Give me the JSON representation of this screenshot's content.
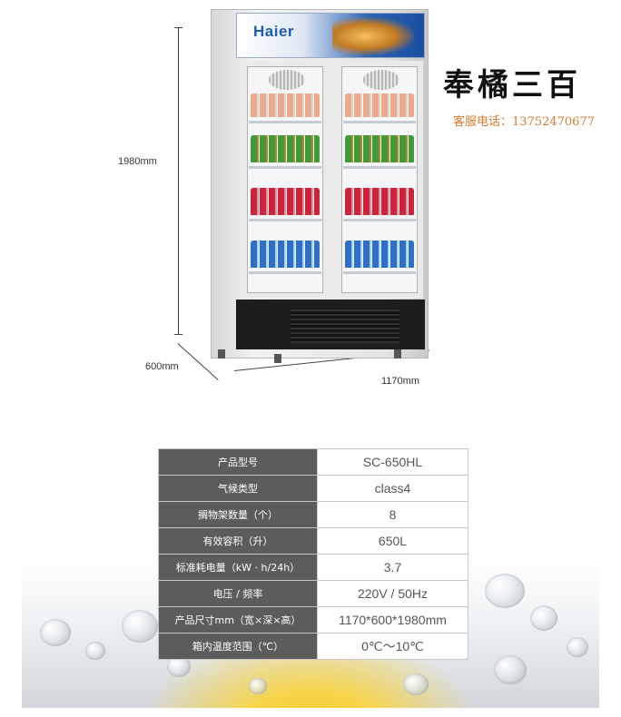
{
  "product": {
    "brand": "Haier",
    "dimensions": {
      "height": "1980mm",
      "depth": "600mm",
      "width": "1170mm"
    }
  },
  "seller": {
    "logo_text": "奉橘三百",
    "service_label": "客服电话：",
    "service_phone": "13752470677"
  },
  "specs": [
    {
      "label": "产品型号",
      "value": "SC-650HL"
    },
    {
      "label": "气候类型",
      "value": "class4"
    },
    {
      "label": "搁物架数量（个）",
      "value": "8"
    },
    {
      "label": "有效容积（升）",
      "value": "650L"
    },
    {
      "label": "标准耗电量（kW · h/24h）",
      "value": "3.7"
    },
    {
      "label": "电压 / 频率",
      "value": "220V / 50Hz"
    },
    {
      "label": "产品尺寸mm（宽×深×高）",
      "value": "1170*600*1980mm"
    },
    {
      "label": "箱内温度范围（℃）",
      "value": "0℃～10℃"
    }
  ]
}
